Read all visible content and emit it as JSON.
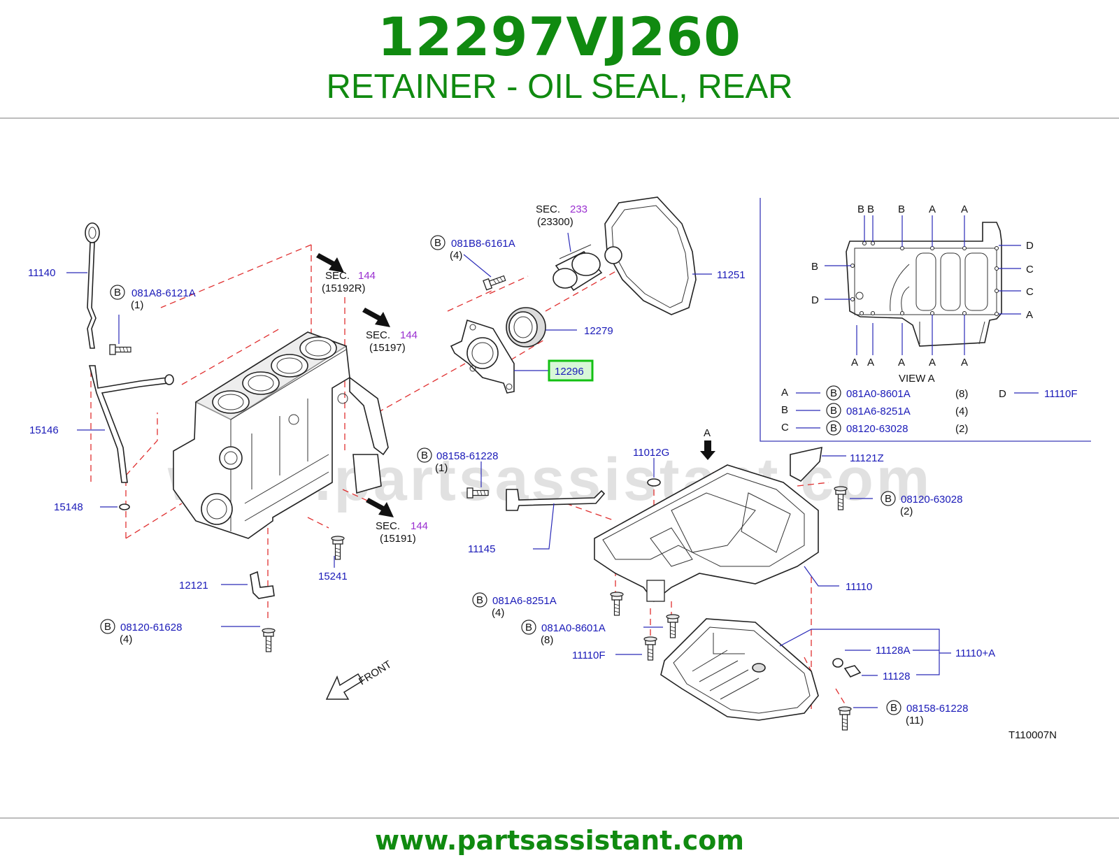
{
  "header": {
    "part_number": "12297VJ260",
    "title": "RETAINER - OIL SEAL, REAR"
  },
  "footer": {
    "url": "www.partsassistant.com"
  },
  "colors": {
    "brand_green": "#108a10",
    "callout_blue": "#1a1ab8",
    "section_purple": "#9a2fd0",
    "leader_red": "#e03030",
    "highlight_green": "#13c013"
  },
  "diagram": {
    "watermark": "www.partsassistant.com",
    "drawing_code": "T110007N",
    "front_label": "FRONT",
    "bolt_symbol": "B",
    "highlighted_part": "12296",
    "section_refs": [
      {
        "label": "SEC.",
        "number": "144",
        "ref": "(15192R)"
      },
      {
        "label": "SEC.",
        "number": "144",
        "ref": "(15197)"
      },
      {
        "label": "SEC.",
        "number": "144",
        "ref": "(15191)"
      },
      {
        "label": "SEC.",
        "number": "233",
        "ref": "(23300)"
      }
    ],
    "callouts": {
      "c11140": "11140",
      "c15146": "15146",
      "c15148": "15148",
      "c12121": "12121",
      "c15241": "15241",
      "c11145": "11145",
      "c12279": "12279",
      "c12296": "12296",
      "c11251": "11251",
      "c11012g": "11012G",
      "c11121z": "11121Z",
      "c11110": "11110",
      "c11110f": "11110F",
      "c11128a": "11128A",
      "c11128": "11128",
      "c11110a": "11110+A",
      "view_a_arrow": "A"
    },
    "bolts": {
      "b1": {
        "pn": "081A8-6121A",
        "qty": "(1)"
      },
      "b2": {
        "pn": "081B8-6161A",
        "qty": "(4)"
      },
      "b3": {
        "pn": "08158-61228",
        "qty": "(1)"
      },
      "b4": {
        "pn": "08120-61628",
        "qty": "(4)"
      },
      "b5": {
        "pn": "081A6-8251A",
        "qty": "(4)"
      },
      "b6": {
        "pn": "081A0-8601A",
        "qty": "(8)"
      },
      "b7": {
        "pn": "08120-63028",
        "qty": "(2)"
      },
      "b8": {
        "pn": "08158-61228",
        "qty": "(11)"
      }
    },
    "view_a": {
      "title": "VIEW   A",
      "top_labels": [
        "B",
        "B",
        "B",
        "A",
        "A"
      ],
      "bottom_labels": [
        "A",
        "A",
        "A",
        "A",
        "A"
      ],
      "left_labels": [
        "B",
        "D"
      ],
      "right_labels": [
        "D",
        "C",
        "C",
        "A"
      ],
      "legend": [
        {
          "key": "A",
          "pn": "081A0-8601A",
          "qty": "(8)"
        },
        {
          "key": "B",
          "pn": "081A6-8251A",
          "qty": "(4)"
        },
        {
          "key": "C",
          "pn": "08120-63028",
          "qty": "(2)"
        }
      ],
      "legend_d": {
        "key": "D",
        "pn": "11110F"
      }
    }
  }
}
